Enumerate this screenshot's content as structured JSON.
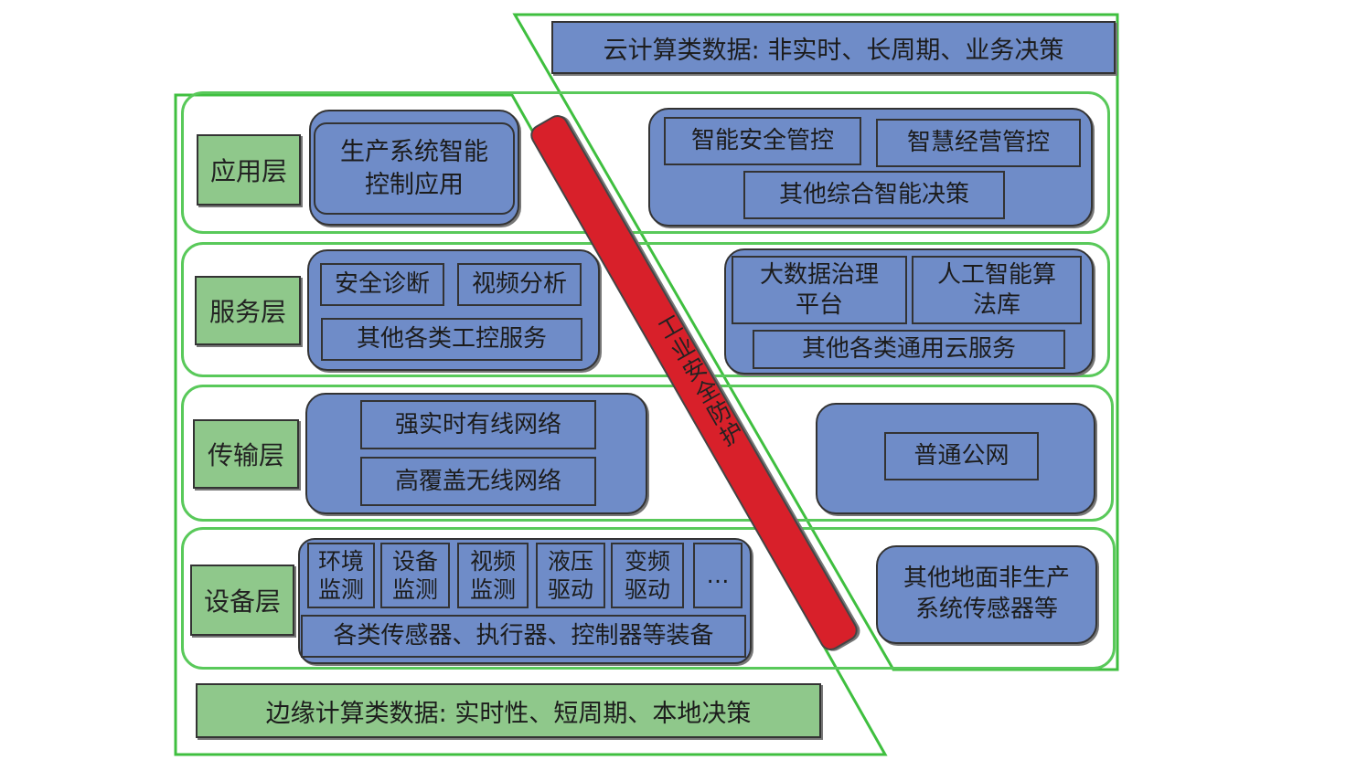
{
  "cloud_banner": "云计算类数据: 非实时、长周期、业务决策",
  "edge_banner": "边缘计算类数据: 实时性、短周期、本地决策",
  "security_bar": "工业安全防护",
  "layers": {
    "application": {
      "label": "应用层",
      "edge": "生产系统智能\n控制应用",
      "cloud": [
        "智能安全管控",
        "智慧经营管控",
        "其他综合智能决策"
      ]
    },
    "service": {
      "label": "服务层",
      "edge": [
        "安全诊断",
        "视频分析",
        "其他各类工控服务"
      ],
      "cloud": [
        "大数据治理\n平台",
        "人工智能算\n法库",
        "其他各类通用云服务"
      ]
    },
    "transport": {
      "label": "传输层",
      "edge": [
        "强实时有线网络",
        "高覆盖无线网络"
      ],
      "cloud": "普通公网"
    },
    "device": {
      "label": "设备层",
      "edge_items": [
        "环境\n监测",
        "设备\n监测",
        "视频\n监测",
        "液压\n驱动",
        "变频\n驱动",
        "…"
      ],
      "edge_bottom": "各类传感器、执行器、控制器等装备",
      "cloud": "其他地面非生产\n系统传感器等"
    }
  },
  "colors": {
    "green_fill": "#8fc88b",
    "blue_fill": "#6f8cc8",
    "outline_green": "#3fbf3f",
    "security_red": "#d8202a"
  }
}
